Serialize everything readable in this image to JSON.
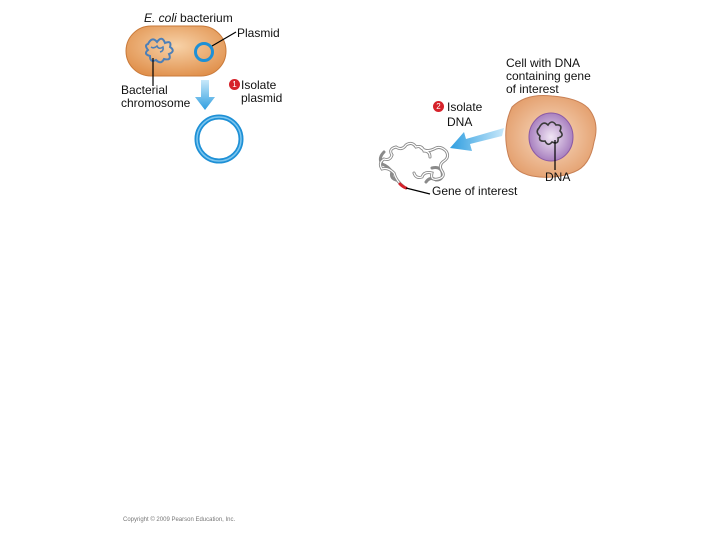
{
  "labels": {
    "ecoli_italic": "E. coli",
    "ecoli_rest": " bacterium",
    "plasmid": "Plasmid",
    "bacterial_chromosome_1": "Bacterial",
    "bacterial_chromosome_2": "chromosome",
    "step1_number": "1",
    "step1_line1": "Isolate",
    "step1_line2": "plasmid",
    "cell_line1": "Cell with DNA",
    "cell_line2": "containing gene",
    "cell_line3": "of interest",
    "step2_number": "2",
    "step2_line1": "Isolate",
    "step2_line2": "DNA",
    "dna": "DNA",
    "gene_of_interest": "Gene of interest"
  },
  "footer": {
    "copyright": "Copyright © 2009 Pearson Education, Inc."
  },
  "colors": {
    "bacterium_fill": "#e8a060",
    "cell_fill": "#e9a978",
    "nucleus_fill": "#b88cc8",
    "plasmid_blue": "#1e90d6",
    "arrow_blue": "#4fb3e8",
    "step_red": "#d6222a"
  }
}
